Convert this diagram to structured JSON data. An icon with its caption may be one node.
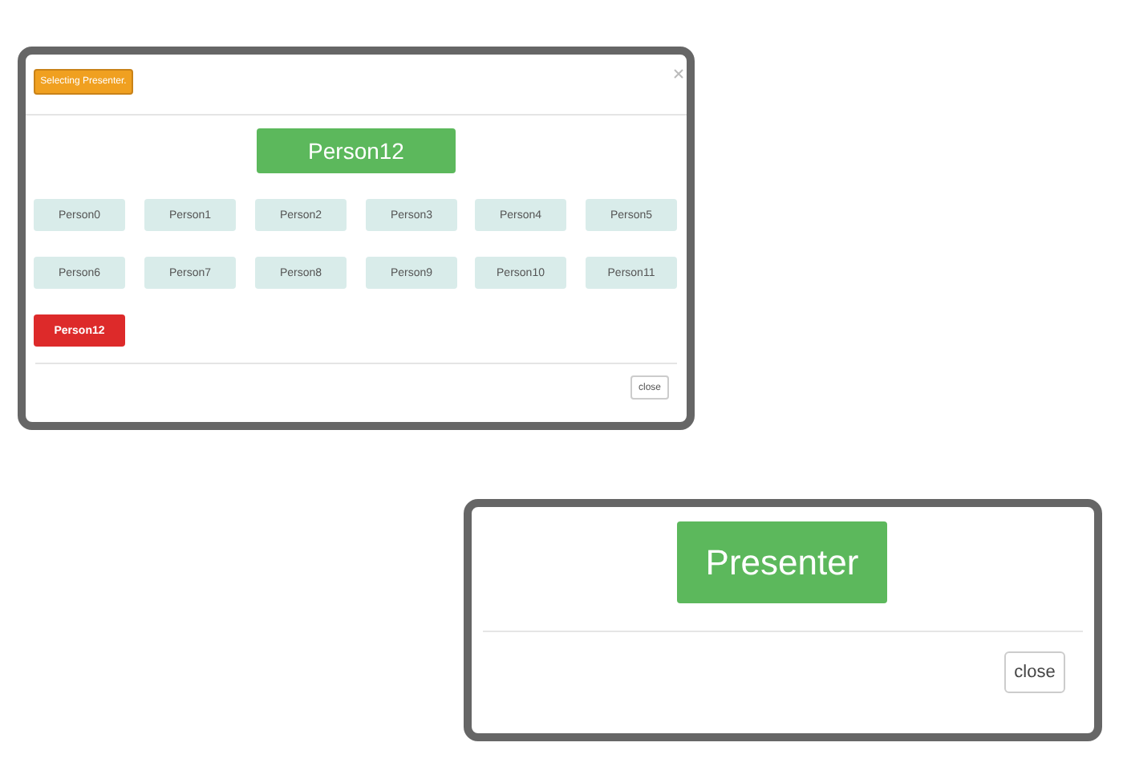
{
  "diagram": {
    "nodes": [
      {
        "text": [],
        "shape": "box"
      },
      {
        "text": [
          "Selecting Presenter."
        ],
        "in": 0
      },
      {
        "text": [
          "Person12"
        ],
        "in": 0
      },
      {
        "text": [
          "Person0"
        ],
        "in": 0
      },
      {
        "text": [
          "Person1"
        ],
        "in": 0
      },
      {
        "text": [
          "Person2"
        ],
        "in": 0
      },
      {
        "text": [
          "Person3"
        ],
        "in": 0
      },
      {
        "text": [
          "Person4"
        ],
        "in": 0
      },
      {
        "text": [
          "Person5"
        ],
        "in": 0
      },
      {
        "text": [
          "Person6"
        ],
        "in": 0
      },
      {
        "text": [
          "Person7"
        ],
        "in": 0
      },
      {
        "text": [
          "Person8"
        ],
        "in": 0
      },
      {
        "text": [
          "Person9"
        ],
        "in": 0
      },
      {
        "text": [
          "Person10"
        ],
        "in": 0
      },
      {
        "text": [
          "Person11"
        ],
        "in": 0
      },
      {
        "text": [
          "Person12"
        ],
        "in": 0
      },
      {
        "text": [
          "close"
        ],
        "in": 0
      },
      {
        "text": [],
        "shape": "box"
      },
      {
        "text": [
          "Presenter"
        ],
        "in": 17
      },
      {
        "text": [
          "close"
        ],
        "in": 17
      }
    ],
    "edges": []
  }
}
